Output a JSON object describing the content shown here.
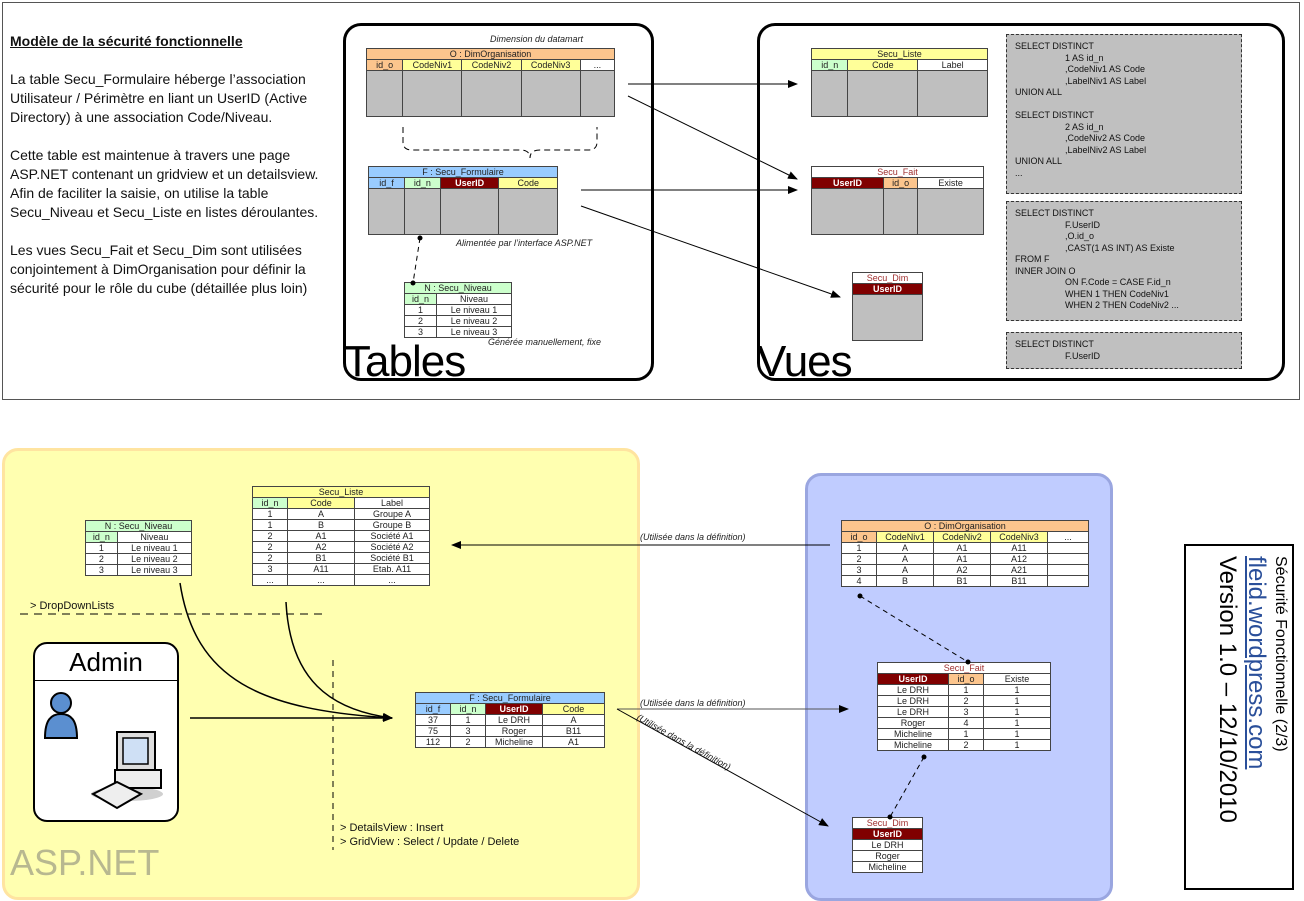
{
  "intro": {
    "title": "Modèle de la sécurité fonctionnelle",
    "p1": "La table Secu_Formulaire héberge l’association Utilisateur / Périmètre en liant un UserID (Active Directory) à une association Code/Niveau.",
    "p2": "Cette table est maintenue à travers une page ASP.NET contenant un gridview et un detailsview. Afin de faciliter la saisie, on utilise la table Secu_Niveau et Secu_Liste en listes déroulantes.",
    "p3": "Les vues Secu_Fait et Secu_Dim sont utilisées conjointement à DimOrganisation pour définir la sécurité pour le rôle du cube (détaillée plus loin)"
  },
  "tables_panel": {
    "label": "Tables",
    "caption_dim": "Dimension du datamart",
    "caption_form": "Alimentée par l’interface ASP.NET",
    "caption_niveau": "Générée manuellement, fixe",
    "dim_org": {
      "title": "O : DimOrganisation",
      "cols": [
        "id_o",
        "CodeNiv1",
        "CodeNiv2",
        "CodeNiv3",
        "..."
      ]
    },
    "formulaire": {
      "title": "F : Secu_Formulaire",
      "cols": [
        "id_f",
        "id_n",
        "UserID",
        "Code"
      ]
    },
    "niveau": {
      "title": "N : Secu_Niveau",
      "cols": [
        "id_n",
        "Niveau"
      ],
      "rows": [
        [
          "1",
          "Le niveau 1"
        ],
        [
          "2",
          "Le niveau 2"
        ],
        [
          "3",
          "Le niveau 3"
        ]
      ]
    }
  },
  "vues_panel": {
    "label": "Vues",
    "liste": {
      "title": "Secu_Liste",
      "cols": [
        "id_n",
        "Code",
        "Label"
      ]
    },
    "fait": {
      "title": "Secu_Fait",
      "cols": [
        "UserID",
        "id_o",
        "Existe"
      ]
    },
    "dim": {
      "title": "Secu_Dim",
      "cols": [
        "UserID"
      ]
    },
    "sql1": "SELECT DISTINCT\n                    1 AS id_n\n                    ,CodeNiv1 AS Code\n                    ,LabelNiv1 AS Label\nUNION ALL\n\nSELECT DISTINCT\n                    2 AS id_n\n                    ,CodeNiv2 AS Code\n                    ,LabelNiv2 AS Label\nUNION ALL\n...",
    "sql2": "SELECT DISTINCT\n                    F.UserID\n                    ,O.id_o\n                    ,CAST(1 AS INT) AS Existe\nFROM F\nINNER JOIN O\n                    ON F.Code = CASE F.id_n\n                    WHEN 1 THEN CodeNiv1\n                    WHEN 2 THEN CodeNiv2 ...",
    "sql3": "SELECT DISTINCT\n                    F.UserID"
  },
  "asp": {
    "label": "ASP.NET",
    "admin_label": "Admin",
    "dropdown_note": "> DropDownLists",
    "details_note": "> DetailsView : Insert",
    "grid_note": "> GridView : Select / Update / Delete",
    "niveau": {
      "title": "N : Secu_Niveau",
      "cols": [
        "id_n",
        "Niveau"
      ],
      "rows": [
        [
          "1",
          "Le niveau 1"
        ],
        [
          "2",
          "Le niveau 2"
        ],
        [
          "3",
          "Le niveau 3"
        ]
      ]
    },
    "liste": {
      "title": "Secu_Liste",
      "cols": [
        "id_n",
        "Code",
        "Label"
      ],
      "rows": [
        [
          "1",
          "A",
          "Groupe A"
        ],
        [
          "1",
          "B",
          "Groupe B"
        ],
        [
          "2",
          "A1",
          "Société A1"
        ],
        [
          "2",
          "A2",
          "Société A2"
        ],
        [
          "2",
          "B1",
          "Société B1"
        ],
        [
          "3",
          "A11",
          "Etab. A11"
        ],
        [
          "...",
          "...",
          "..."
        ]
      ]
    },
    "formulaire": {
      "title": "F : Secu_Formulaire",
      "cols": [
        "id_f",
        "id_n",
        "UserID",
        "Code"
      ],
      "rows": [
        [
          "37",
          "1",
          "Le DRH",
          "A"
        ],
        [
          "75",
          "3",
          "Roger",
          "B11"
        ],
        [
          "112",
          "2",
          "Micheline",
          "A1"
        ]
      ]
    }
  },
  "links": {
    "used_in_def_1": "(Utilisée dans la définition)",
    "used_in_def_2": "(Utilisée dans la définition)",
    "used_in_def_3": "(Utilisée dans la définition)"
  },
  "cube": {
    "dim_org": {
      "title": "O : DimOrganisation",
      "cols": [
        "id_o",
        "CodeNiv1",
        "CodeNiv2",
        "CodeNiv3",
        "..."
      ],
      "rows": [
        [
          "1",
          "A",
          "A1",
          "A11",
          ""
        ],
        [
          "2",
          "A",
          "A1",
          "A12",
          ""
        ],
        [
          "3",
          "A",
          "A2",
          "A21",
          ""
        ],
        [
          "4",
          "B",
          "B1",
          "B11",
          ""
        ]
      ]
    },
    "fait": {
      "title": "Secu_Fait",
      "cols": [
        "UserID",
        "id_o",
        "Existe"
      ],
      "rows": [
        [
          "Le DRH",
          "1",
          "1"
        ],
        [
          "Le DRH",
          "2",
          "1"
        ],
        [
          "Le DRH",
          "3",
          "1"
        ],
        [
          "Roger",
          "4",
          "1"
        ],
        [
          "Micheline",
          "1",
          "1"
        ],
        [
          "Micheline",
          "2",
          "1"
        ]
      ]
    },
    "dim": {
      "title": "Secu_Dim",
      "cols": [
        "UserID"
      ],
      "rows": [
        [
          "Le DRH"
        ],
        [
          "Roger"
        ],
        [
          "Micheline"
        ]
      ]
    }
  },
  "version_box": {
    "title": "Sécurité Fonctionnelle (2/3)",
    "link": "fleid.wordpress.com",
    "version": "Version 1.0 – 12/10/2010"
  }
}
